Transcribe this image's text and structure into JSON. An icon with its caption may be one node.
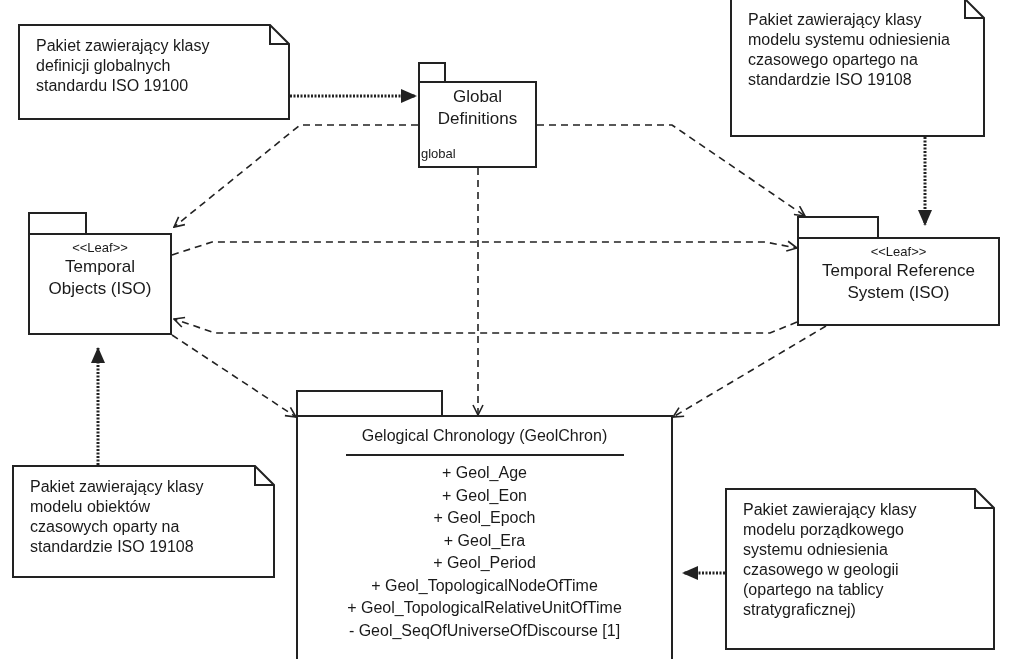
{
  "diagram": {
    "nodes": [
      {
        "text": [
          "Pakiet zawierający klasy definicji globalnych standardu ISO 19100"
        ]
      },
      {
        "text": [
          "Global Definitions",
          "global"
        ]
      },
      {
        "text": [
          "Pakiet zawierający klasy modelu systemu odniesienia czasowego opartego na standardzie ISO 19108"
        ]
      },
      {
        "text": [
          "<<Leaf>>",
          "Temporal Objects (ISO)"
        ]
      },
      {
        "text": [
          "<<Leaf>>",
          "Temporal Reference System (ISO)"
        ]
      },
      {
        "text": [
          "Gelogical Chronology (GeolChron)",
          "+ Geol_Age",
          "+ Geol_Eon",
          "+ Geol_Epoch",
          "+ Geol_Era",
          "+ Geol_Period",
          "+ Geol_TopologicalNodeOfTime",
          "+ Geol_TopologicalRelativeUnitOfTime",
          "- Geol_SeqOfUniverseOfDiscourse [1]"
        ]
      },
      {
        "text": [
          "Pakiet zawierający klasy modelu obiektów czasowych oparty na standardzie ISO 19108"
        ]
      },
      {
        "text": [
          "Pakiet zawierający klasy modelu porządkowego systemu odniesienia czasowego w geologii (opartego na tablicy stratygraficznej)"
        ]
      }
    ],
    "edges": [
      {
        "from": 0,
        "to": 1,
        "arrow": "to"
      },
      {
        "from": 1,
        "to": 3,
        "arrow": "to",
        "style": "dashed"
      },
      {
        "from": 1,
        "to": 4,
        "arrow": "to",
        "style": "dashed"
      },
      {
        "from": 1,
        "to": 5,
        "arrow": "to",
        "style": "dashed"
      },
      {
        "from": 3,
        "to": 4,
        "arrow": "to",
        "style": "dashed"
      },
      {
        "from": 4,
        "to": 3,
        "arrow": "to",
        "style": "dashed"
      },
      {
        "from": 3,
        "to": 5,
        "arrow": "to",
        "style": "dashed"
      },
      {
        "from": 4,
        "to": 5,
        "arrow": "to",
        "style": "dashed"
      },
      {
        "from": 2,
        "to": 4,
        "arrow": "to"
      },
      {
        "from": 6,
        "to": 3,
        "arrow": "to"
      },
      {
        "from": 7,
        "to": 5,
        "arrow": "to"
      }
    ]
  }
}
